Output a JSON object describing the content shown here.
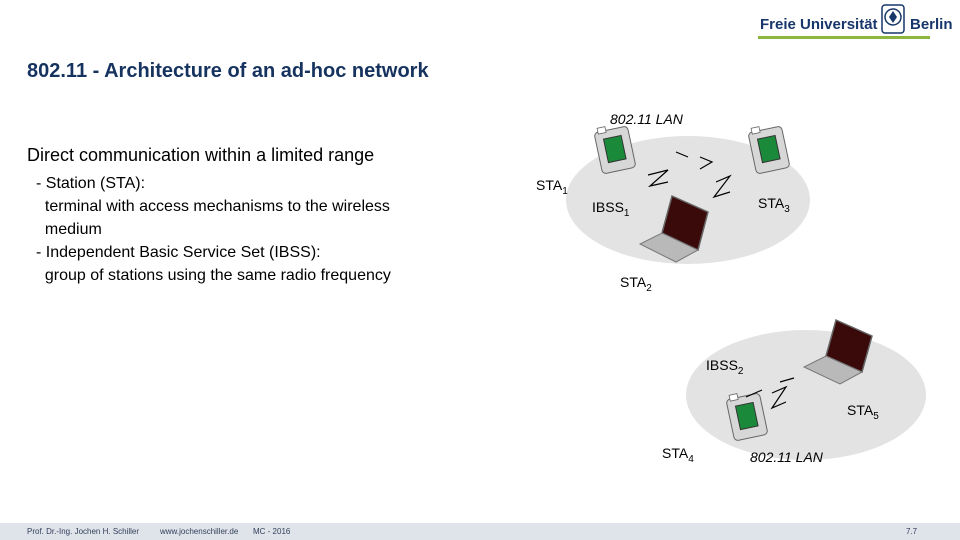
{
  "header": {
    "logo_left": "Freie Universität",
    "logo_right": "Berlin"
  },
  "slide": {
    "title": "802.11 - Architecture of an ad-hoc network",
    "intro": "Direct communication within a limited range",
    "bullets": [
      "- Station (STA):",
      "  terminal with access mechanisms to the wireless",
      "  medium",
      "- Independent Basic Service Set (IBSS):",
      "  group of stations using the same radio frequency"
    ]
  },
  "diagram": {
    "lan_top": "802.11 LAN",
    "lan_bottom": "802.11 LAN",
    "sta1": {
      "base": "STA",
      "sub": "1"
    },
    "sta2": {
      "base": "STA",
      "sub": "2"
    },
    "sta3": {
      "base": "STA",
      "sub": "3"
    },
    "sta4": {
      "base": "STA",
      "sub": "4"
    },
    "sta5": {
      "base": "STA",
      "sub": "5"
    },
    "ibss1": {
      "base": "IBSS",
      "sub": "1"
    },
    "ibss2": {
      "base": "IBSS",
      "sub": "2"
    }
  },
  "footer": {
    "author": "Prof. Dr.-Ing. Jochen H. Schiller",
    "website": "www.jochenschiller.de",
    "course": "MC - 2016",
    "page": "7.7"
  },
  "colors": {
    "title": "#16335f",
    "ellipse": "#e3e3e3",
    "logo_green": "#8cb63c",
    "footer_bg": "#dfe3ea"
  }
}
